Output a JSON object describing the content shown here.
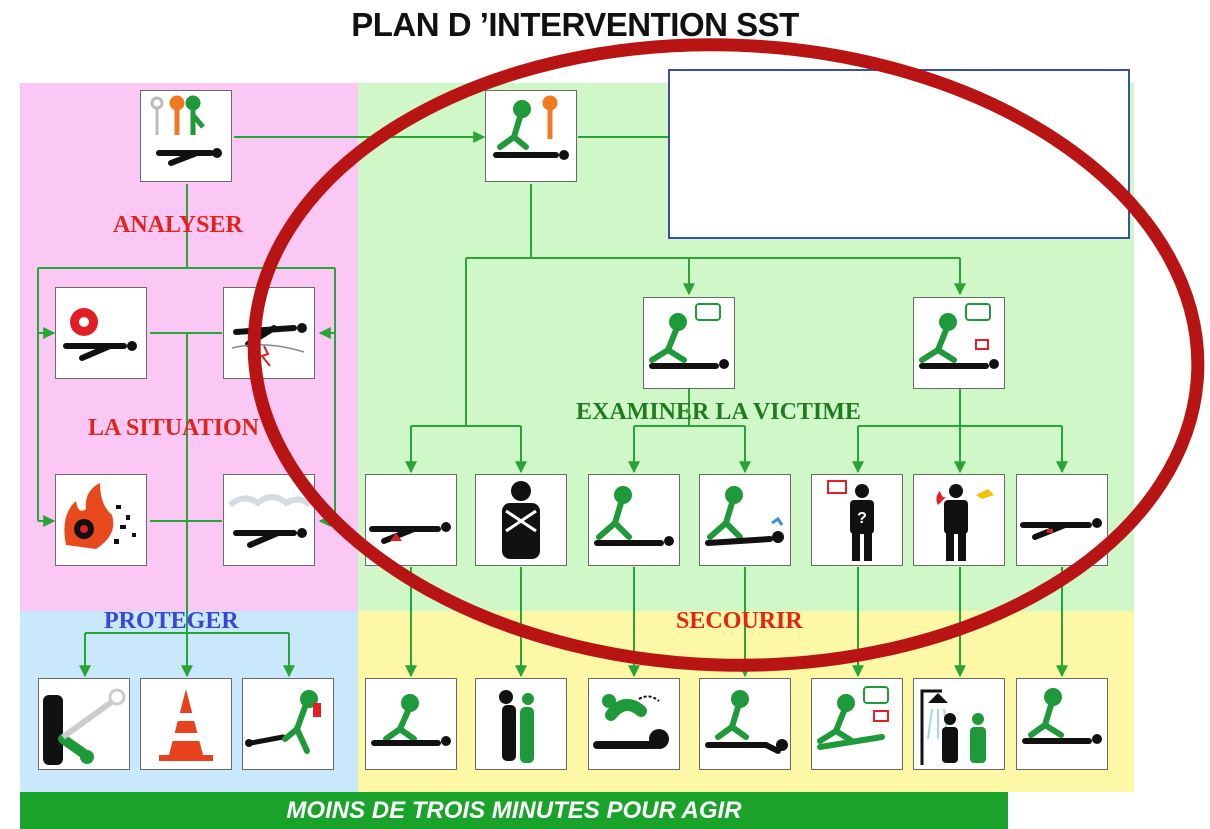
{
  "title": "PLAN D ’INTERVENTION SST",
  "sections": {
    "analyser": "ANALYSER",
    "situation": "LA SITUATION",
    "proteger": "PROTEGER",
    "examiner": "EXAMINER LA VICTIME",
    "secourir": "SECOURIR"
  },
  "banner": "MOINS DE TROIS MINUTES POUR AGIR",
  "colors": {
    "analyser_zone": "#fbc8f5",
    "examiner_zone": "#cff7c8",
    "proteger_zone": "#c9e8fb",
    "secourir_zone": "#fdf8a6",
    "connector": "#27a536",
    "red_label": "#e2231a",
    "green_label": "#1e7b1e",
    "blue_label": "#3b46d8",
    "banner": "#1aa32a",
    "highlight_ellipse": "#b81414"
  },
  "icons": [
    "witnesses-and-victim-icon",
    "rescuer-approaching-victim-icon",
    "persisting-danger-icon",
    "electrical-hazard-icon",
    "fire-explosion-icon",
    "toxic-gas-icon",
    "conscious-check-icon",
    "unconscious-check-icon",
    "bleeding-victim-icon",
    "choking-person-icon",
    "unconscious-breathing-icon",
    "not-breathing-icon",
    "complains-of-malaise-icon",
    "burn-victim-icon",
    "trauma-victim-icon",
    "cut-power-icon",
    "warning-cone-icon",
    "evacuation-icon",
    "compress-bleeding-icon",
    "back-blows-icon",
    "recovery-position-icon",
    "cpr-icon",
    "alert-emergency-icon",
    "shower-burn-icon",
    "immobilize-icon"
  ]
}
